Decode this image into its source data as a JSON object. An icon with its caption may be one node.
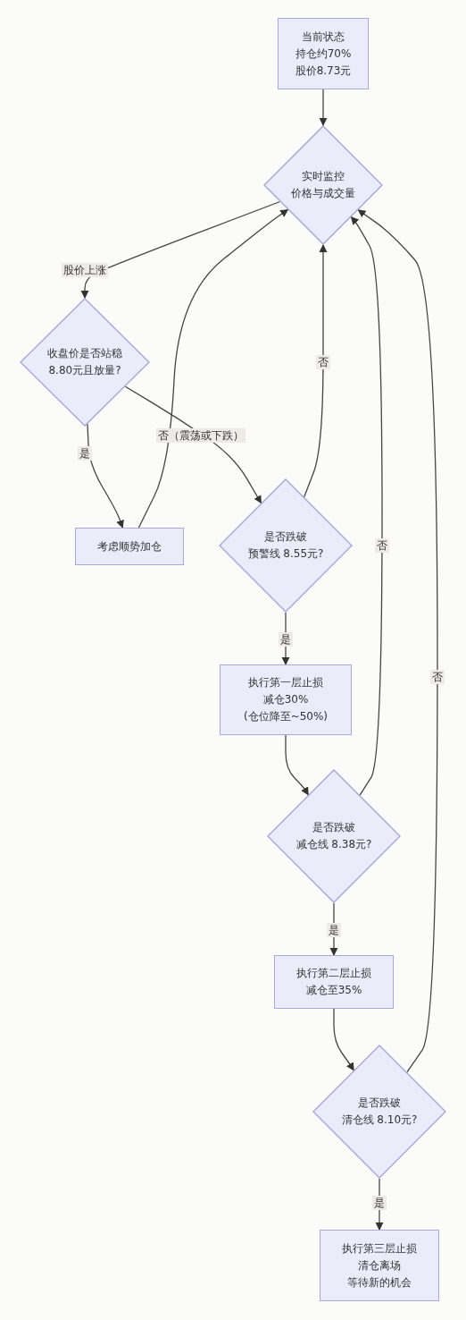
{
  "diagram": {
    "nodes": [
      {
        "text": [
          "当前状态",
          "持仓约70%",
          "股价8.73元"
        ]
      },
      {
        "text": [
          "实时监控",
          "价格与成交量"
        ]
      },
      {
        "text": [
          "收盘价是否站稳",
          "8.80元且放量?"
        ]
      },
      {
        "text": [
          "考虑顺势加仓"
        ]
      },
      {
        "text": [
          "是否跌破",
          "预警线 8.55元?"
        ]
      },
      {
        "text": [
          "执行第一层止损",
          "减仓30%",
          "(仓位降至~50%)"
        ]
      },
      {
        "text": [
          "是否跌破",
          "减仓线 8.38元?"
        ]
      },
      {
        "text": [
          "执行第二层止损",
          "减仓至35%"
        ]
      },
      {
        "text": [
          "是否跌破",
          "清仓线 8.10元?"
        ]
      },
      {
        "text": [
          "执行第三层止损",
          "清仓离场",
          "等待新的机会"
        ]
      }
    ],
    "edges": [
      {
        "from": 0,
        "to": 1,
        "arrow": "to"
      },
      {
        "from": 1,
        "to": 2,
        "arrow": "to",
        "label": "股价上涨"
      },
      {
        "from": 2,
        "to": 3,
        "arrow": "to",
        "label": "是"
      },
      {
        "from": 2,
        "to": 4,
        "arrow": "to",
        "label": "否（震荡或下跌）"
      },
      {
        "from": 3,
        "to": 1,
        "arrow": "to"
      },
      {
        "from": 4,
        "to": 1,
        "arrow": "to",
        "label": "否"
      },
      {
        "from": 4,
        "to": 5,
        "arrow": "to",
        "label": "是"
      },
      {
        "from": 5,
        "to": 6,
        "arrow": "to"
      },
      {
        "from": 6,
        "to": 1,
        "arrow": "to",
        "label": "否"
      },
      {
        "from": 6,
        "to": 7,
        "arrow": "to",
        "label": "是"
      },
      {
        "from": 7,
        "to": 8,
        "arrow": "to"
      },
      {
        "from": 8,
        "to": 1,
        "arrow": "to",
        "label": "否"
      },
      {
        "from": 8,
        "to": 9,
        "arrow": "to",
        "label": "是"
      }
    ]
  }
}
